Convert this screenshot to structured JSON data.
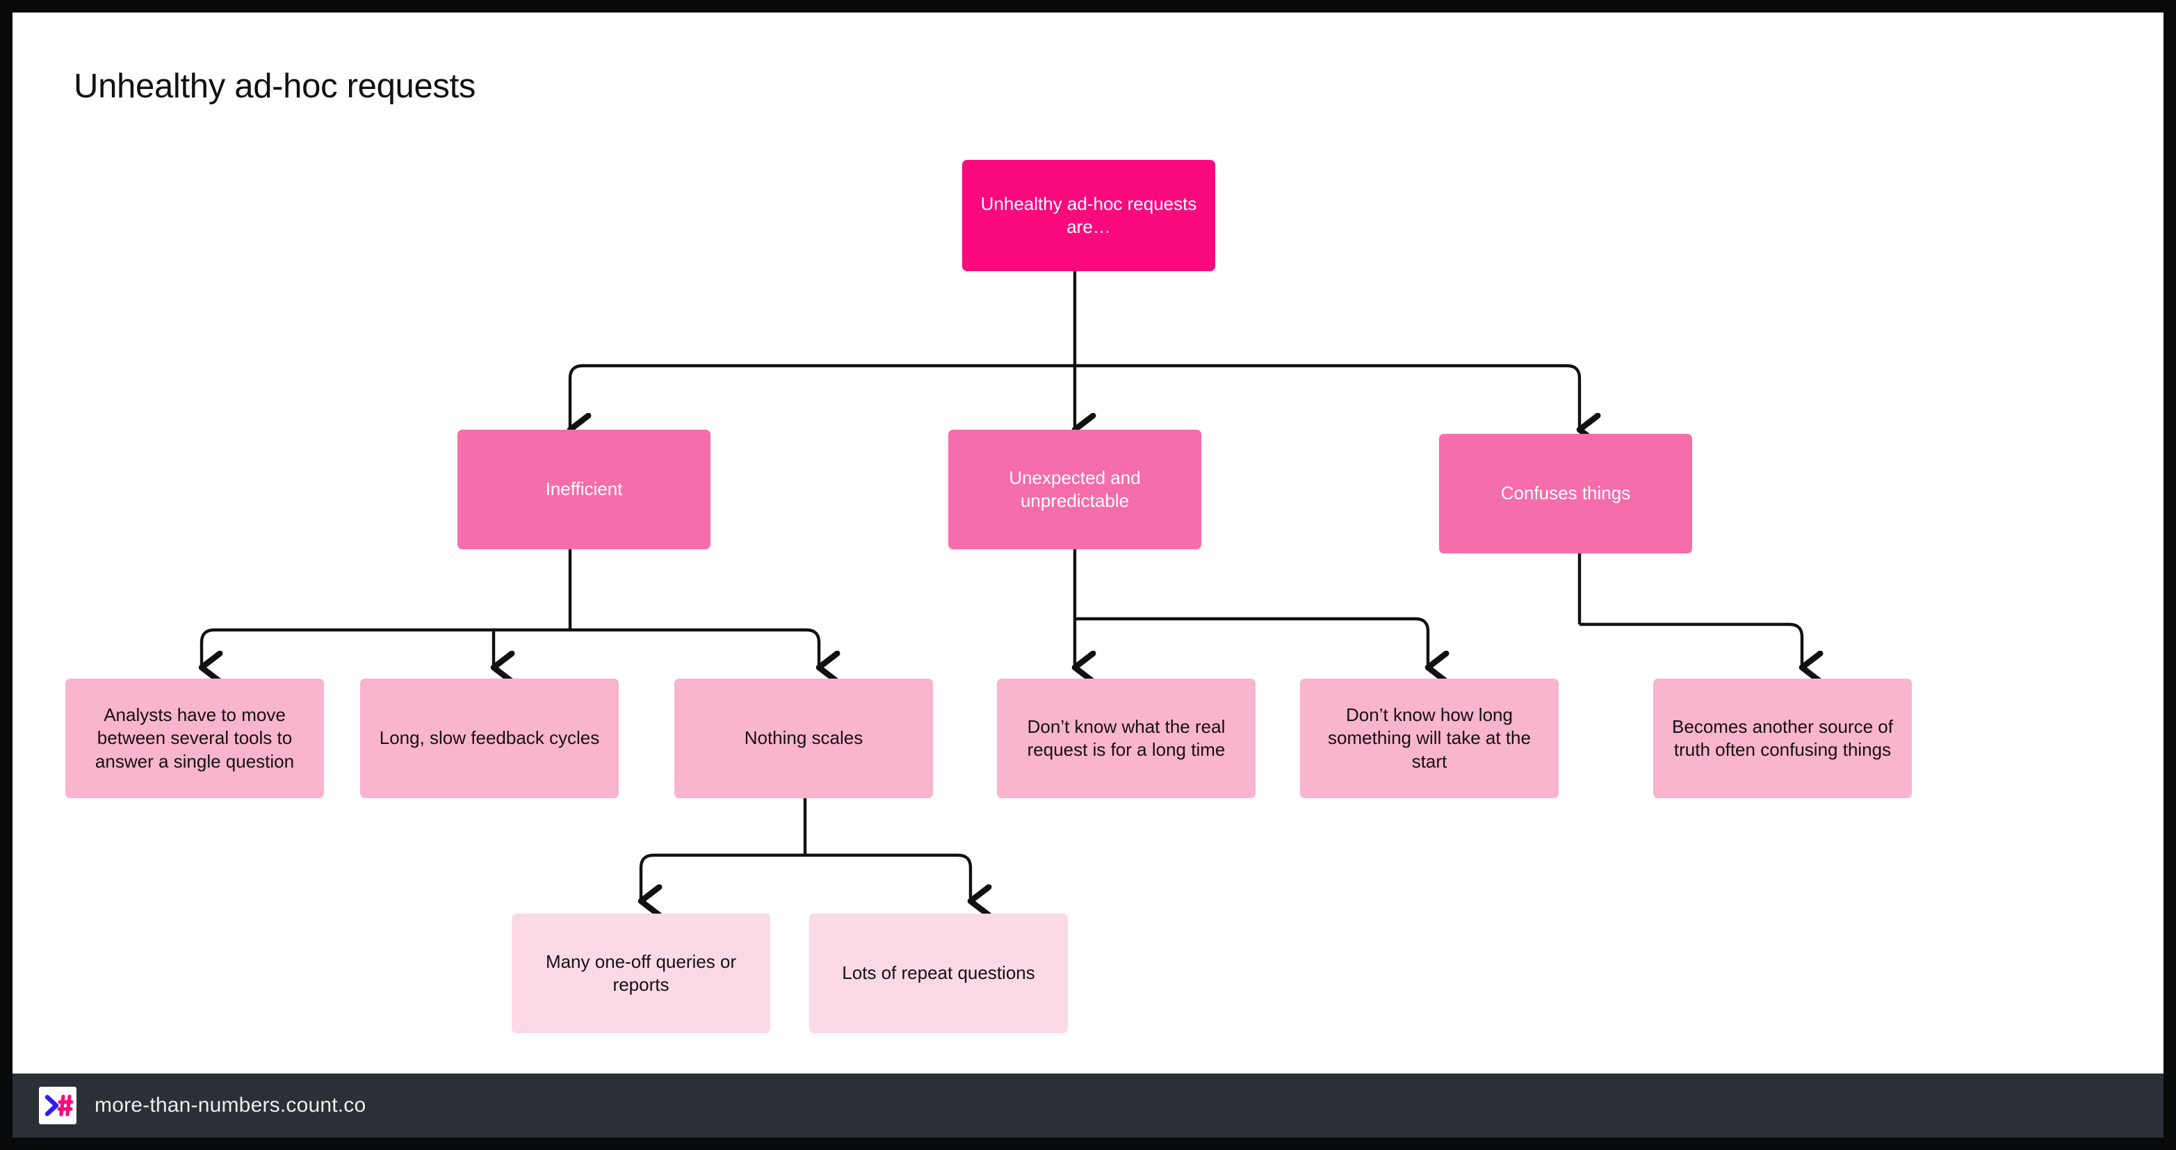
{
  "slide": {
    "title": "Unhealthy ad-hoc requests",
    "background_color": "#ffffff",
    "border_color": "#000000"
  },
  "chart_data": {
    "type": "diagram",
    "diagram_type": "tree-flowchart",
    "title": "Unhealthy ad-hoc requests",
    "orientation": "top-down",
    "levels": 4,
    "colors": {
      "level1": "#FB0A7E",
      "level2": "#F56DAB",
      "level3": "#F9B4CE",
      "level4": "#FBD9E6",
      "connector": "#111111",
      "text_light": "#ffffff",
      "text_dark": "#14110f"
    },
    "nodes": [
      {
        "id": "root",
        "label": "Unhealthy ad-hoc requests are…",
        "level": 1,
        "parent": null
      },
      {
        "id": "inefficient",
        "label": "Inefficient",
        "level": 2,
        "parent": "root"
      },
      {
        "id": "unexpected",
        "label": "Unexpected and unpredictable",
        "level": 2,
        "parent": "root"
      },
      {
        "id": "confuses",
        "label": "Confuses things",
        "level": 2,
        "parent": "root"
      },
      {
        "id": "analysts",
        "label": "Analysts have to move between several tools to answer a single question",
        "level": 3,
        "parent": "inefficient"
      },
      {
        "id": "feedback",
        "label": "Long, slow feedback cycles",
        "level": 3,
        "parent": "inefficient"
      },
      {
        "id": "scales",
        "label": "Nothing scales",
        "level": 3,
        "parent": "inefficient"
      },
      {
        "id": "realrequest",
        "label": "Don’t know what the real request is for a long time",
        "level": 3,
        "parent": "unexpected"
      },
      {
        "id": "howlong",
        "label": "Don’t know how long something will take at the start",
        "level": 3,
        "parent": "unexpected"
      },
      {
        "id": "sourcetruth",
        "label": "Becomes another source of truth often confusing things",
        "level": 3,
        "parent": "confuses"
      },
      {
        "id": "oneoff",
        "label": "Many one-off queries or reports",
        "level": 4,
        "parent": "scales"
      },
      {
        "id": "repeat",
        "label": "Lots of repeat questions",
        "level": 4,
        "parent": "scales"
      }
    ],
    "edges": [
      {
        "from": "root",
        "to": "inefficient"
      },
      {
        "from": "root",
        "to": "unexpected"
      },
      {
        "from": "root",
        "to": "confuses"
      },
      {
        "from": "inefficient",
        "to": "analysts"
      },
      {
        "from": "inefficient",
        "to": "feedback"
      },
      {
        "from": "inefficient",
        "to": "scales"
      },
      {
        "from": "unexpected",
        "to": "realrequest"
      },
      {
        "from": "unexpected",
        "to": "howlong"
      },
      {
        "from": "confuses",
        "to": "sourcetruth"
      },
      {
        "from": "scales",
        "to": "oneoff"
      },
      {
        "from": "scales",
        "to": "repeat"
      }
    ]
  },
  "footer": {
    "url": "more-than-numbers.count.co",
    "logo_name": "count-logo",
    "logo_chevron_color": "#2b1ef0",
    "logo_hash_color": "#FB0A7E",
    "background_color": "#2b3036"
  }
}
